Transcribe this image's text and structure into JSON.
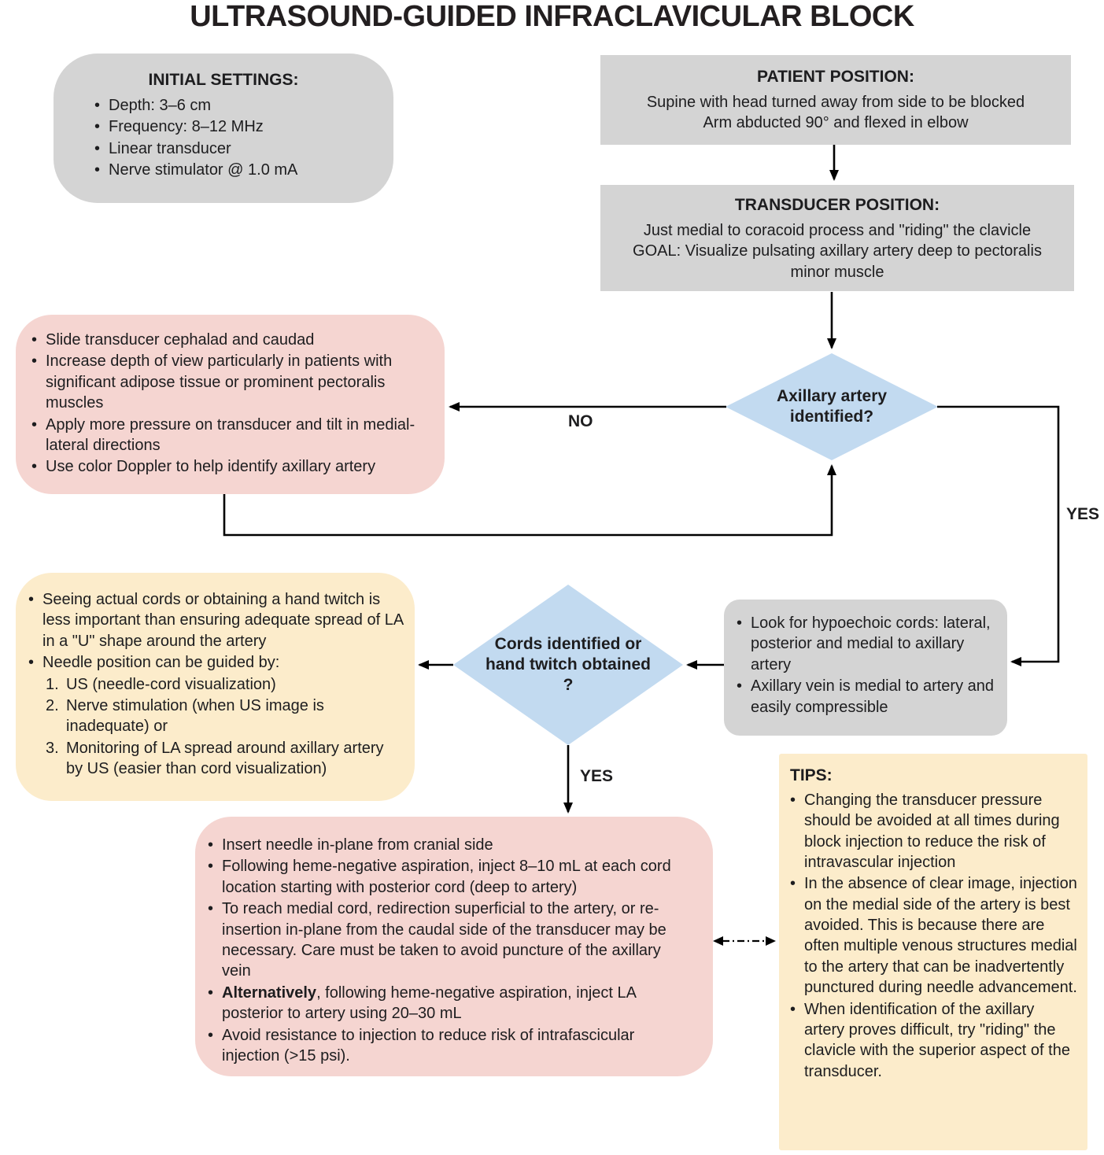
{
  "title": "ULTRASOUND-GUIDED INFRACLAVICULAR BLOCK",
  "colors": {
    "box_gray": "#d4d4d4",
    "box_pink": "#f5d5d1",
    "box_yellow": "#fceccb",
    "diamond_blue": "#c2daf0",
    "arrow": "#000000"
  },
  "initial_settings": {
    "heading": "INITIAL SETTINGS:",
    "items": [
      {
        "marker": "•",
        "text": "Depth: 3–6 cm"
      },
      {
        "marker": "•",
        "text": "Frequency: 8–12 MHz"
      },
      {
        "marker": "•",
        "text": "Linear transducer"
      },
      {
        "marker": "•",
        "text": "Nerve stimulator @ 1.0 mA"
      }
    ]
  },
  "patient_position": {
    "heading": "PATIENT POSITION:",
    "lines": [
      "Supine with head turned away from side to be blocked",
      "Arm abducted 90° and flexed in elbow"
    ]
  },
  "transducer_position": {
    "heading": "TRANSDUCER POSITION:",
    "lines": [
      "Just medial to coracoid process and \"riding\" the clavicle",
      "GOAL: Visualize pulsating axillary artery deep to pectoralis minor muscle"
    ]
  },
  "decision_axillary": {
    "label": "Axillary artery identified?"
  },
  "edge_labels": {
    "no": "NO",
    "yes_right": "YES",
    "yes_down": "YES"
  },
  "troubleshoot_box": {
    "items": [
      {
        "marker": "•",
        "text": "Slide transducer cephalad and caudad"
      },
      {
        "marker": "•",
        "text": "Increase depth of view particularly in patients with significant adipose tissue or prominent pectoralis muscles"
      },
      {
        "marker": "•",
        "text": "Apply more pressure on transducer and tilt in medial-lateral directions"
      },
      {
        "marker": "•",
        "text": "Use color Doppler to help identify axillary artery"
      }
    ]
  },
  "cords_box": {
    "items": [
      {
        "marker": "•",
        "text": "Look for hypoechoic cords: lateral, posterior and medial to axillary artery"
      },
      {
        "marker": "•",
        "text": "Axillary vein is medial to artery and easily compressible"
      }
    ]
  },
  "decision_cords": {
    "label": "Cords identified or hand twitch obtained ?"
  },
  "guidance_box": {
    "items": [
      {
        "marker": "•",
        "text": "Seeing actual cords or obtaining a hand twitch is less important than ensuring adequate spread of LA in a \"U\" shape around the artery"
      },
      {
        "marker": "•",
        "text": "Needle position can be guided by:"
      },
      {
        "marker": "1.",
        "text": "US (needle-cord visualization)"
      },
      {
        "marker": "2.",
        "text": "Nerve stimulation (when US image is inadequate) or"
      },
      {
        "marker": "3.",
        "text": "Monitoring of LA spread around axillary artery by US (easier than cord visualization)"
      }
    ]
  },
  "injection_box": {
    "items": [
      {
        "marker": "•",
        "text": "Insert needle in-plane from cranial side"
      },
      {
        "marker": "•",
        "text": "Following heme-negative aspiration, inject 8–10 mL at each cord location starting with posterior cord (deep to artery)"
      },
      {
        "marker": "•",
        "text": "To reach medial cord, redirection superficial to the artery, or re-insertion in-plane from the caudal side of the transducer may be necessary. Care must be taken to avoid puncture of the axillary vein"
      },
      {
        "marker": "•",
        "bold": "Alternatively",
        "text": ", following heme-negative aspiration, inject LA posterior to artery using 20–30 mL"
      },
      {
        "marker": "•",
        "text": "Avoid resistance to injection to reduce risk of intrafascicular injection (>15 psi)."
      }
    ]
  },
  "tips_box": {
    "heading": "TIPS:",
    "items": [
      {
        "marker": "•",
        "text": "Changing the transducer pressure should be avoided at all times during block injection to reduce the risk of intravascular injection"
      },
      {
        "marker": "•",
        "text": "In the absence of clear image, injection on the medial side of the artery is best avoided. This is because there are often multiple venous structures medial to the artery that can be inadvertently punctured during needle advancement."
      },
      {
        "marker": "•",
        "text": "When identification of the axillary artery proves difficult, try \"riding\" the clavicle with the superior aspect of the transducer."
      }
    ]
  }
}
